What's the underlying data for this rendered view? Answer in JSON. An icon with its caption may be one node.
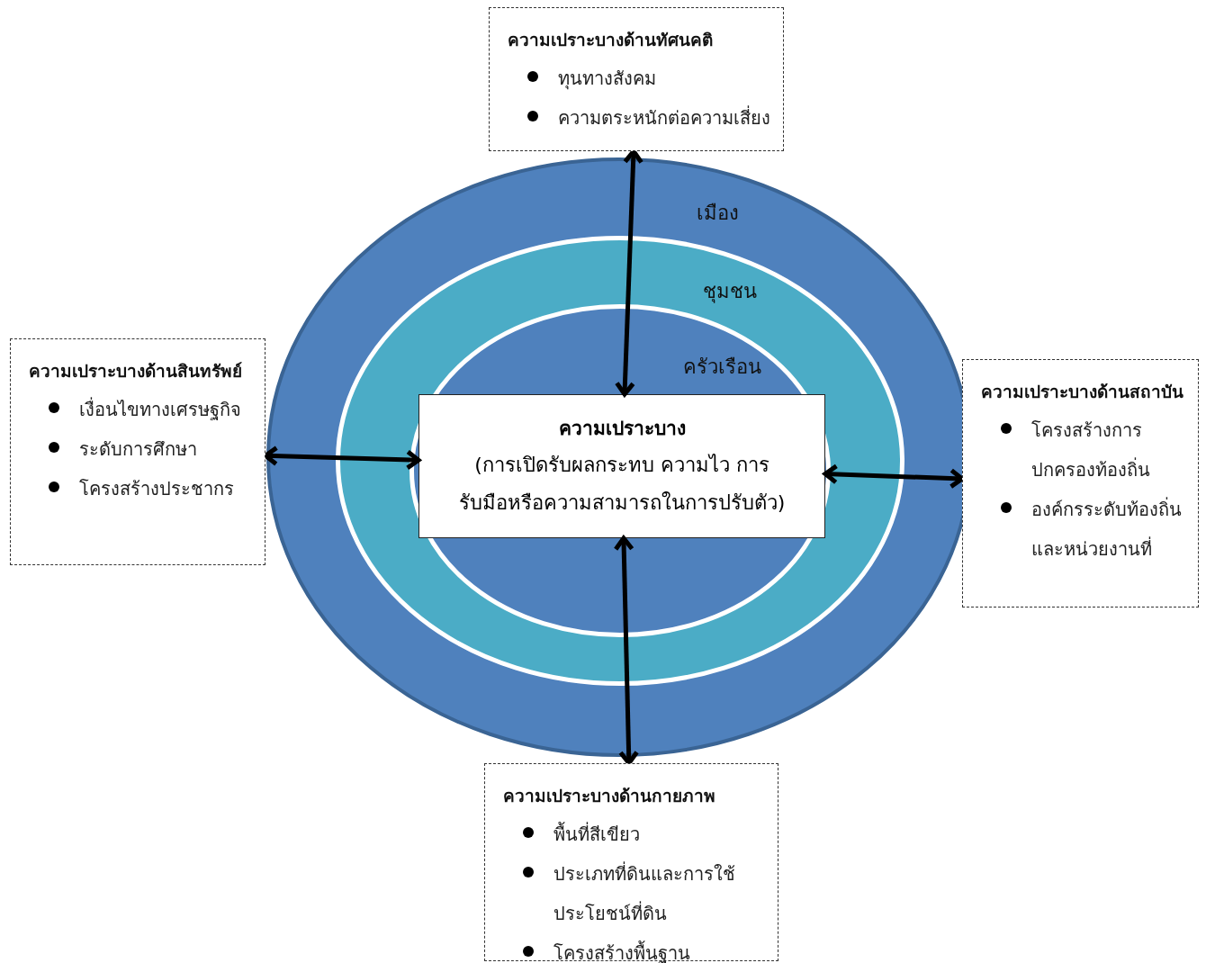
{
  "diagram": {
    "nodes": [
      {
        "text": [
          "ความเปราะบางด้านทัศนคติ",
          "ทุนทางสังคม",
          "ความตระหนักต่อความเสี่ยง"
        ]
      },
      {
        "text": [
          "เมือง"
        ]
      },
      {
        "text": [
          "ชุมชน"
        ],
        "in": 1
      },
      {
        "text": [
          "ครัวเรือน"
        ],
        "in": 2
      },
      {
        "text": [
          "ความเปราะบาง",
          "(การเปิดรับผลกระทบ ความไว การรับมือหรือความสามารถในการปรับตัว)"
        ],
        "in": 3
      },
      {
        "text": [
          "ความเปราะบางด้านสินทรัพย์",
          "เงื่อนไขทางเศรษฐกิจ",
          "ระดับการศึกษา",
          "โครงสร้างประชากร"
        ]
      },
      {
        "text": [
          "ความเปราะบางด้านสถาบัน",
          "โครงสร้างการปกครองท้องถิ่น",
          "องค์กรระดับท้องถิ่นและหน่วยงานที่"
        ]
      },
      {
        "text": [
          "ความเปราะบางด้านกายภาพ",
          "พื้นที่สีเขียว",
          "ประเภทที่ดินและการใช้ประโยชน์ที่ดิน",
          "โครงสร้างพื้นฐาน"
        ]
      }
    ],
    "edges": [
      {
        "from": 4,
        "to": 0,
        "arrow": "both"
      },
      {
        "from": 4,
        "to": 5,
        "arrow": "both"
      },
      {
        "from": 4,
        "to": 6,
        "arrow": "both"
      },
      {
        "from": 4,
        "to": 7,
        "arrow": "both"
      }
    ]
  }
}
